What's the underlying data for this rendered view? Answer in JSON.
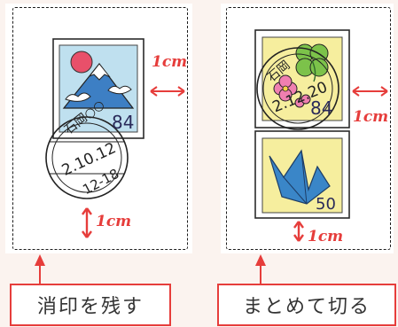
{
  "left_card": {
    "label": "消印を残す",
    "stamp_value": "84",
    "postmark": {
      "place": "石岡○○",
      "date": "2.10.12",
      "time": "12-18"
    },
    "margin_side": "1cm",
    "margin_bottom": "1cm"
  },
  "right_card": {
    "label": "まとめて切る",
    "stamp_top_value": "84",
    "stamp_bottom_value": "50",
    "postmark": {
      "place": "石岡",
      "date": "2.12.20"
    },
    "margin_side": "1cm",
    "margin_bottom": "1cm"
  },
  "colors": {
    "accent_red": "#e63d3b",
    "background": "#fbf3ef",
    "left_stamp_fill": "#bfe0ef",
    "right_stamp_fill": "#f6ee9e",
    "crane_blue": "#3a86c8",
    "clover_green": "#7cc24a",
    "flower_pink": "#f07fb0"
  },
  "icons": [
    "mount-fuji-icon",
    "sun-icon",
    "clover-icon",
    "flower-icon",
    "paper-crane-icon",
    "arrow-icon"
  ]
}
